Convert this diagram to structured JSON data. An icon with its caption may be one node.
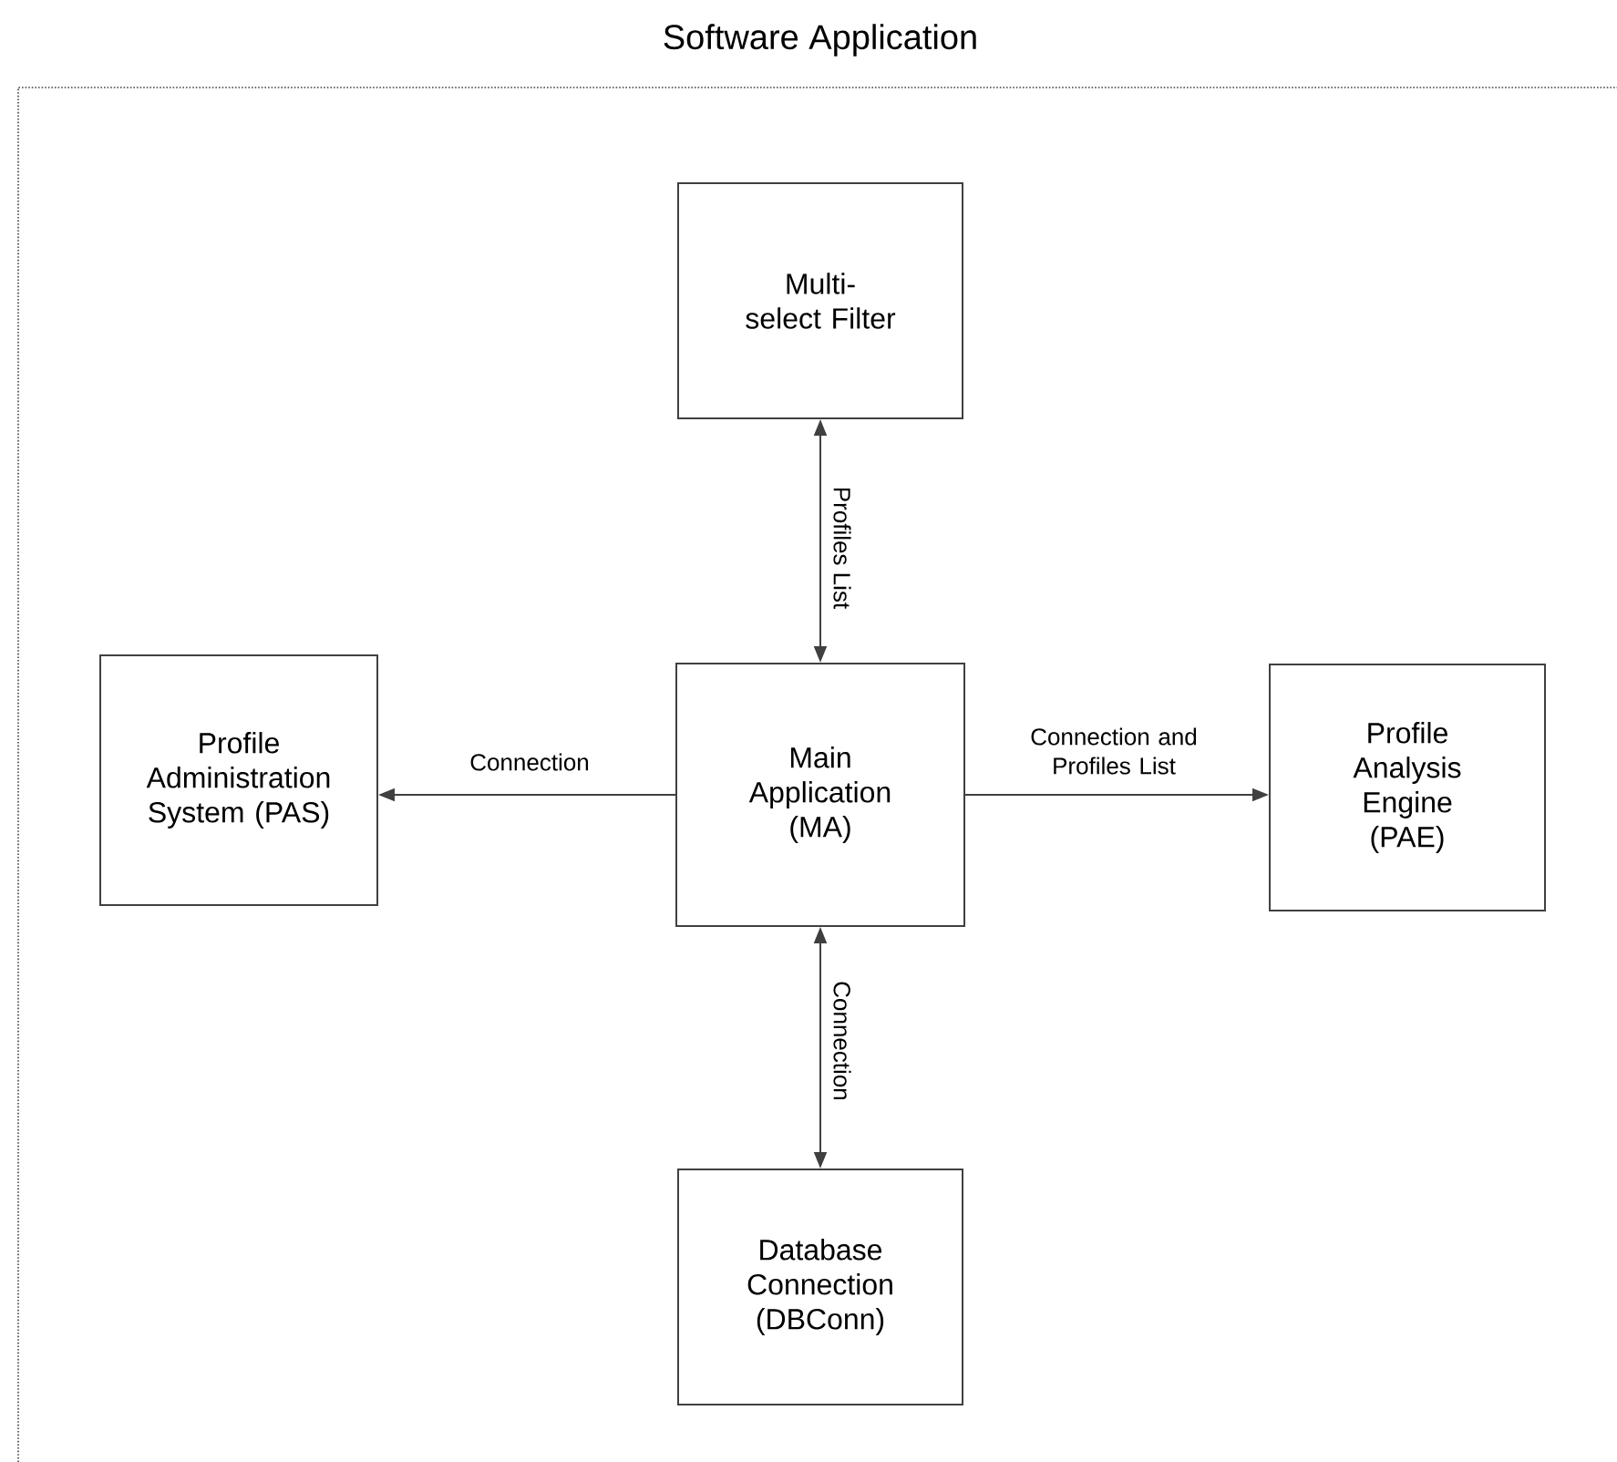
{
  "diagram": {
    "nodes": [
      {
        "text": [
          "Software Application"
        ]
      },
      {
        "text": [
          "Multi-select Filter"
        ],
        "in": 0
      },
      {
        "text": [
          "Profile Administration System (PAS)"
        ],
        "in": 0
      },
      {
        "text": [
          "Main Application (MA)"
        ],
        "in": 0
      },
      {
        "text": [
          "Profile Analysis Engine (PAE)"
        ],
        "in": 0
      },
      {
        "text": [
          "Database Connection (DBConn)"
        ],
        "in": 0
      }
    ],
    "edges": [
      {
        "from": 1,
        "to": 3,
        "arrow": "both",
        "label": "Profiles List"
      },
      {
        "from": 3,
        "to": 2,
        "arrow": "to",
        "label": "Connection"
      },
      {
        "from": 3,
        "to": 4,
        "arrow": "to",
        "label": "Connection and Profiles List"
      },
      {
        "from": 3,
        "to": 5,
        "arrow": "both",
        "label": "Connection"
      }
    ]
  }
}
